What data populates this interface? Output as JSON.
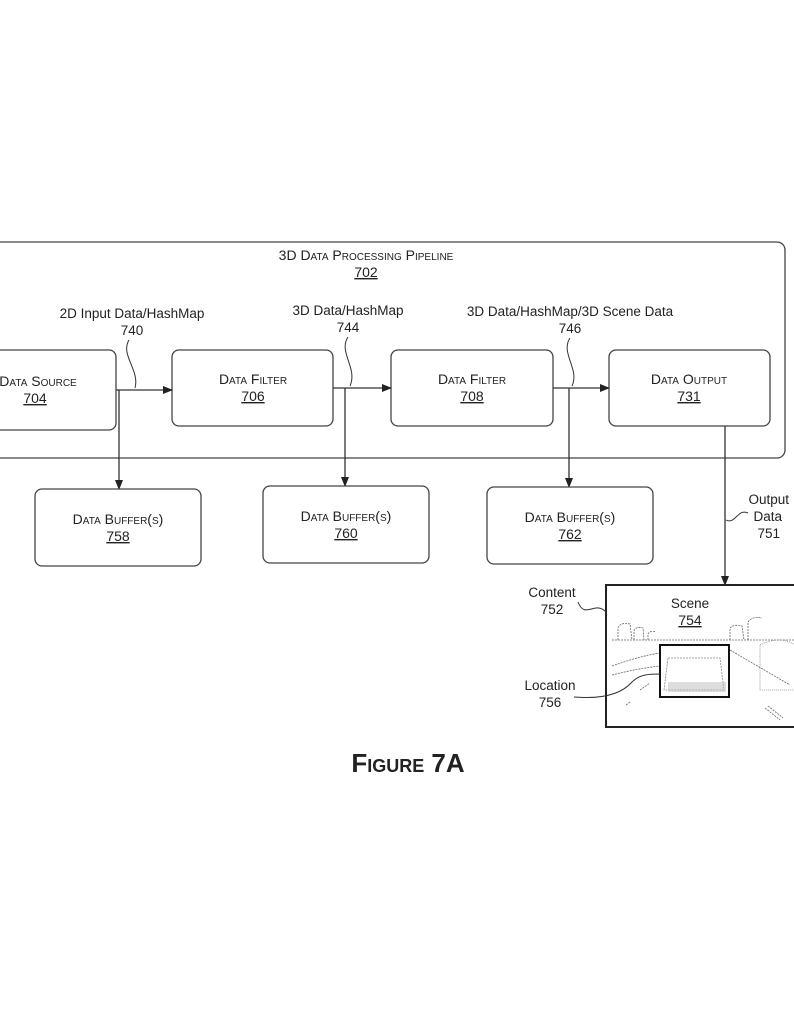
{
  "pipeline": {
    "title": "3D Data Processing Pipeline",
    "ref": "702"
  },
  "blocks": {
    "source": {
      "label": "Data Source",
      "ref": "704"
    },
    "filter1": {
      "label": "Data Filter",
      "ref": "706"
    },
    "filter2": {
      "label": "Data Filter",
      "ref": "708"
    },
    "output": {
      "label": "Data Output",
      "ref": "731"
    }
  },
  "buffers": [
    {
      "label": "Data Buffer(s)",
      "ref": "758"
    },
    {
      "label": "Data Buffer(s)",
      "ref": "760"
    },
    {
      "label": "Data Buffer(s)",
      "ref": "762"
    }
  ],
  "flows": [
    {
      "label": "2D Input Data/HashMap",
      "ref": "740"
    },
    {
      "label": "3D Data/HashMap",
      "ref": "744"
    },
    {
      "label": "3D Data/HashMap/3D Scene Data",
      "ref": "746"
    }
  ],
  "output_data": {
    "line1": "Output",
    "line2": "Data",
    "ref": "751"
  },
  "content": {
    "label": "Content",
    "ref": "752"
  },
  "scene": {
    "label": "Scene",
    "ref": "754"
  },
  "location": {
    "label": "Location",
    "ref": "756"
  },
  "figure_caption": "Figure 7A"
}
